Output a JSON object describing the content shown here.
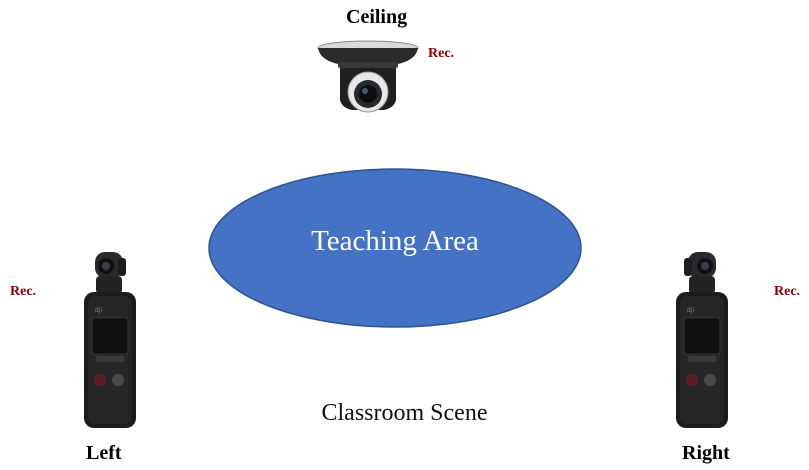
{
  "labels": {
    "ceiling": "Ceiling",
    "left": "Left",
    "right": "Right",
    "teaching_area": "Teaching Area",
    "scene": "Classroom Scene",
    "rec": "Rec."
  },
  "colors": {
    "ellipse_fill": "#4472c4",
    "ellipse_stroke": "#2f528f",
    "rec_text": "#8b0000",
    "camera_body": "#1c1c1e"
  },
  "icons": {
    "ceiling_camera": "ceiling-ptz-camera-icon",
    "handheld_camera": "gimbal-camera-icon"
  }
}
